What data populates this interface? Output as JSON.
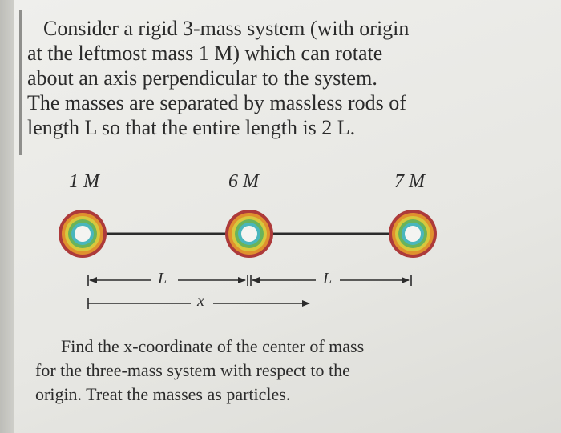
{
  "problem": {
    "lines": [
      "Consider a rigid 3-mass system (with origin",
      "at the leftmost mass 1 M) which can rotate",
      "about an axis perpendicular to the system.",
      "The masses are separated by massless rods of",
      "length L so that the entire length is 2 L."
    ]
  },
  "diagram": {
    "masses": [
      {
        "label": "1 M"
      },
      {
        "label": "6 M"
      },
      {
        "label": "7 M"
      }
    ],
    "segment_label_1": "L",
    "segment_label_2": "L",
    "x_label": "x"
  },
  "question": {
    "lines": [
      "Find the x-coordinate of the center of mass",
      "for the three-mass system with respect to the",
      "origin. Treat the masses as particles."
    ]
  }
}
